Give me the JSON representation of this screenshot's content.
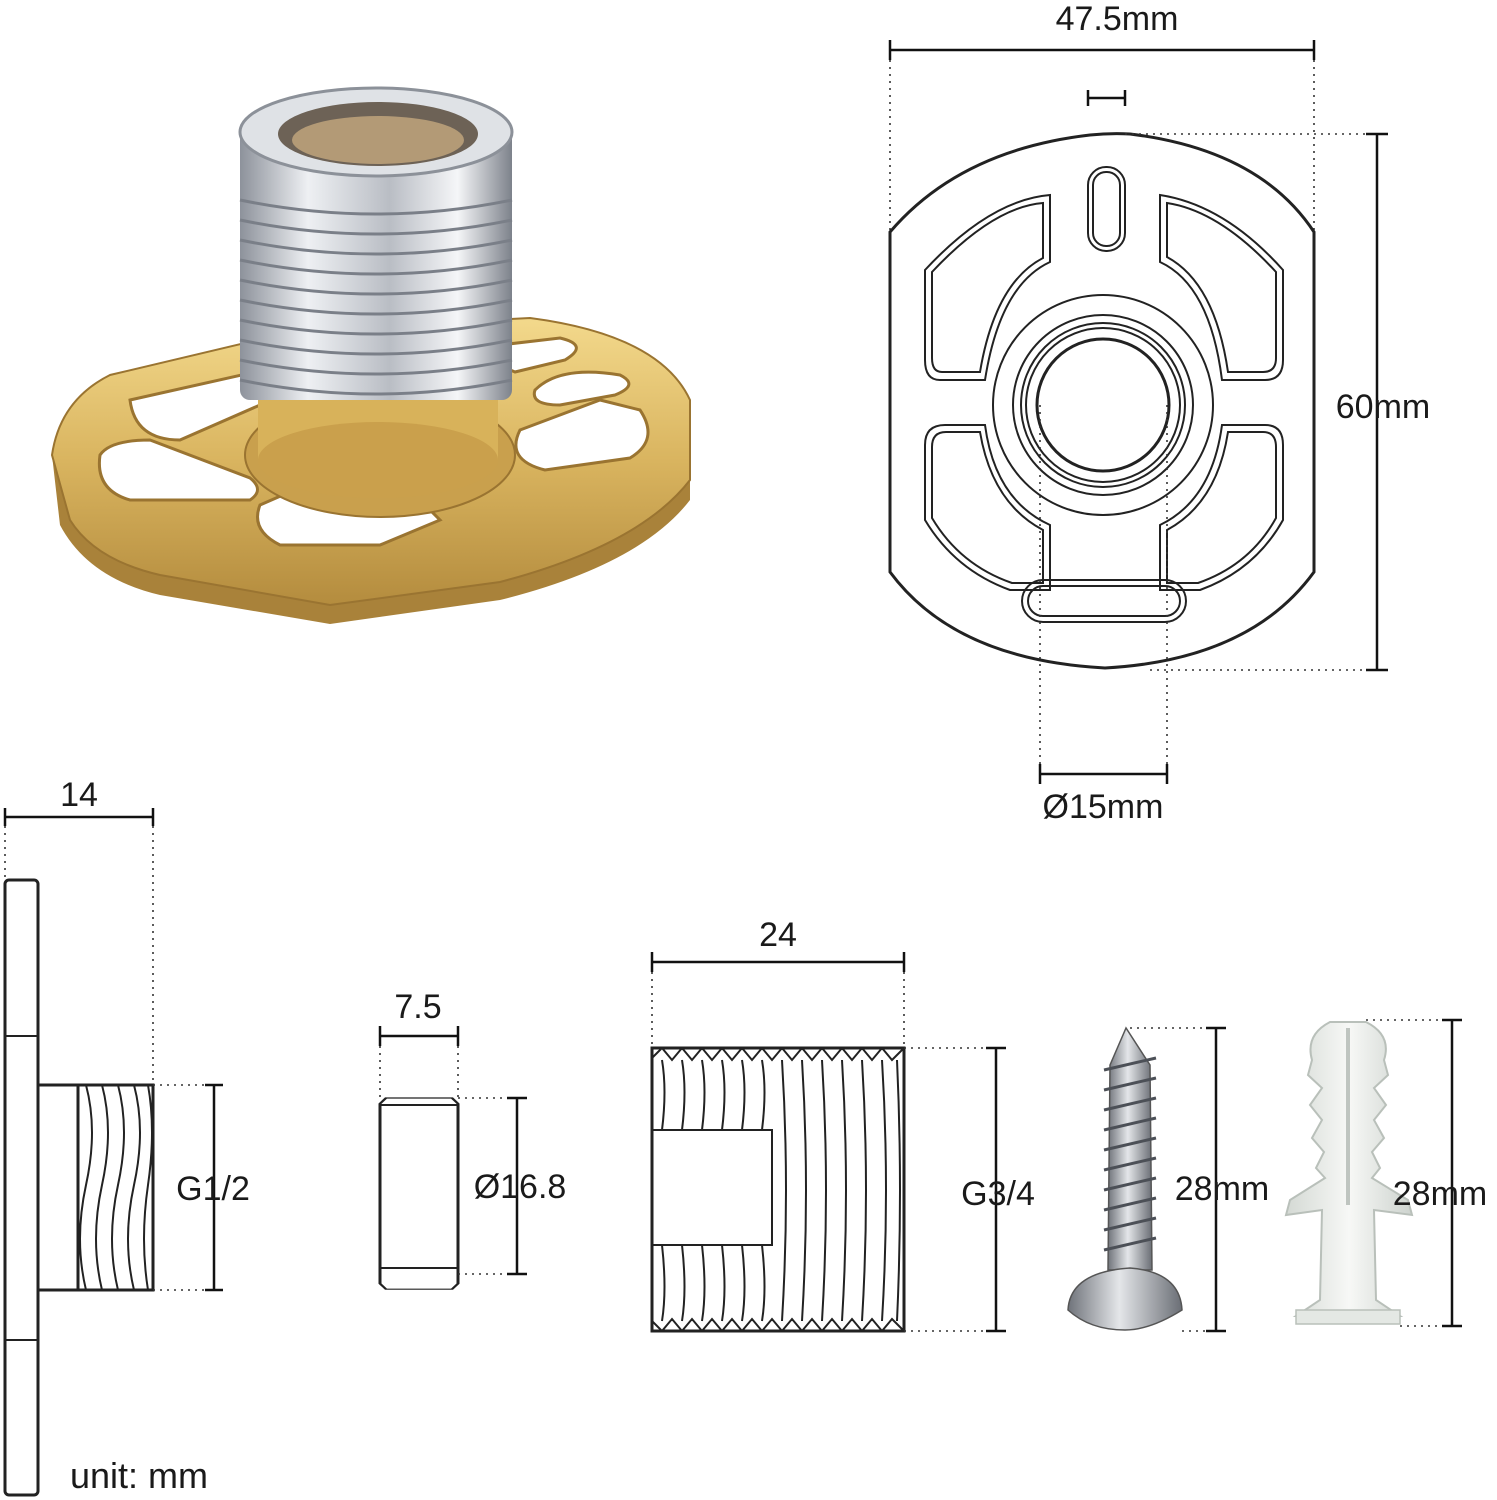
{
  "dimensions": {
    "plate_width": "47.5mm",
    "plate_height": "60mm",
    "hole_diameter": "Ø15mm",
    "side_length": "14",
    "side_thread": "G1/2",
    "ring_length": "7.5",
    "ring_diameter": "Ø16.8",
    "nipple_length": "24",
    "nipple_thread": "G3/4",
    "screw_length": "28mm",
    "anchor_length": "28mm"
  },
  "unit_note": "unit: mm",
  "colors": {
    "brass": "#d9b45f",
    "brass_dark": "#a9823a",
    "chrome": "#c9ccd2",
    "chrome_dark": "#7d828b",
    "plastic": "#eef1ee",
    "line": "#222222"
  }
}
